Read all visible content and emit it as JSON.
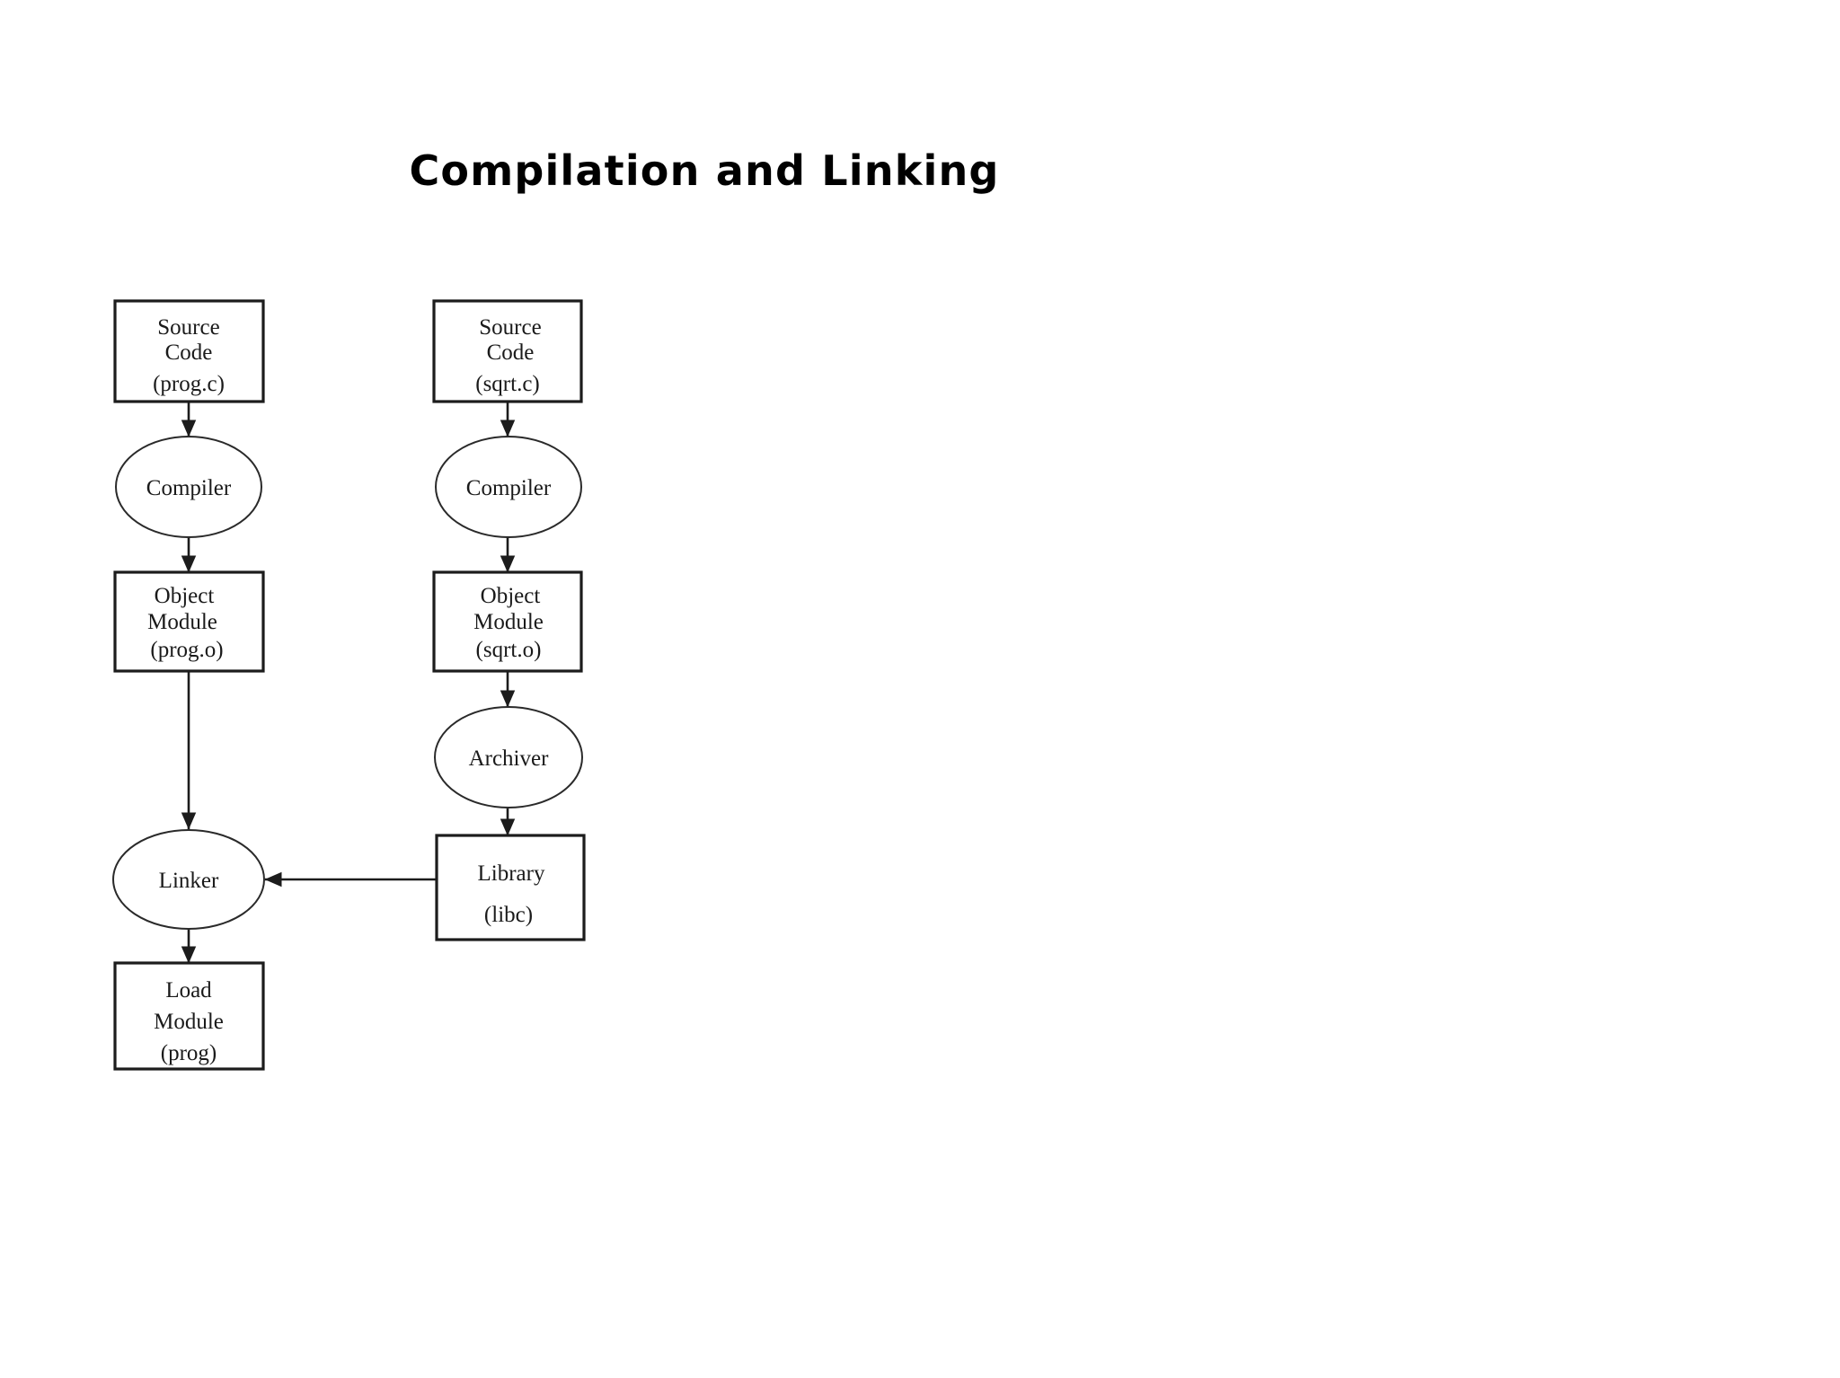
{
  "slide": {
    "title": "Compilation and Linking",
    "background_color": "#ffffff",
    "text_color": "#1a1a1a",
    "stroke_color": "#1c1c1c"
  },
  "diagram": {
    "type": "flowchart",
    "nodes": [
      {
        "id": "source-prog",
        "shape": "rect",
        "lines": [
          "Source",
          "Code",
          "(prog.c)"
        ],
        "line1": "Source",
        "line2": "Code",
        "line3": "(prog.c)"
      },
      {
        "id": "compiler-left",
        "shape": "ellipse",
        "label": "Compiler"
      },
      {
        "id": "object-prog",
        "shape": "rect",
        "lines": [
          "Object",
          "Module",
          "(prog.o)"
        ],
        "line1": "Object",
        "line2": "Module",
        "line3": "(prog.o)"
      },
      {
        "id": "linker",
        "shape": "ellipse",
        "label": "Linker"
      },
      {
        "id": "load-module",
        "shape": "rect",
        "lines": [
          "Load",
          "Module",
          "(prog)"
        ],
        "line1": "Load",
        "line2": "Module",
        "line3": "(prog)"
      },
      {
        "id": "source-sqrt",
        "shape": "rect",
        "lines": [
          "Source",
          "Code",
          "(sqrt.c)"
        ],
        "line1": "Source",
        "line2": "Code",
        "line3": "(sqrt.c)"
      },
      {
        "id": "compiler-right",
        "shape": "ellipse",
        "label": "Compiler"
      },
      {
        "id": "object-sqrt",
        "shape": "rect",
        "lines": [
          "Object",
          "Module",
          "(sqrt.o)"
        ],
        "line1": "Object",
        "line2": "Module",
        "line3": "(sqrt.o)"
      },
      {
        "id": "archiver",
        "shape": "ellipse",
        "label": "Archiver"
      },
      {
        "id": "library",
        "shape": "rect",
        "lines": [
          "Library",
          "(libc)"
        ],
        "line1": "Library",
        "line2": "(libc)"
      }
    ],
    "edges": [
      {
        "from": "source-prog",
        "to": "compiler-left",
        "direction": "down"
      },
      {
        "from": "compiler-left",
        "to": "object-prog",
        "direction": "down"
      },
      {
        "from": "object-prog",
        "to": "linker",
        "direction": "down"
      },
      {
        "from": "linker",
        "to": "load-module",
        "direction": "down"
      },
      {
        "from": "source-sqrt",
        "to": "compiler-right",
        "direction": "down"
      },
      {
        "from": "compiler-right",
        "to": "object-sqrt",
        "direction": "down"
      },
      {
        "from": "object-sqrt",
        "to": "archiver",
        "direction": "down"
      },
      {
        "from": "archiver",
        "to": "library",
        "direction": "down"
      },
      {
        "from": "library",
        "to": "linker",
        "direction": "left"
      }
    ]
  }
}
